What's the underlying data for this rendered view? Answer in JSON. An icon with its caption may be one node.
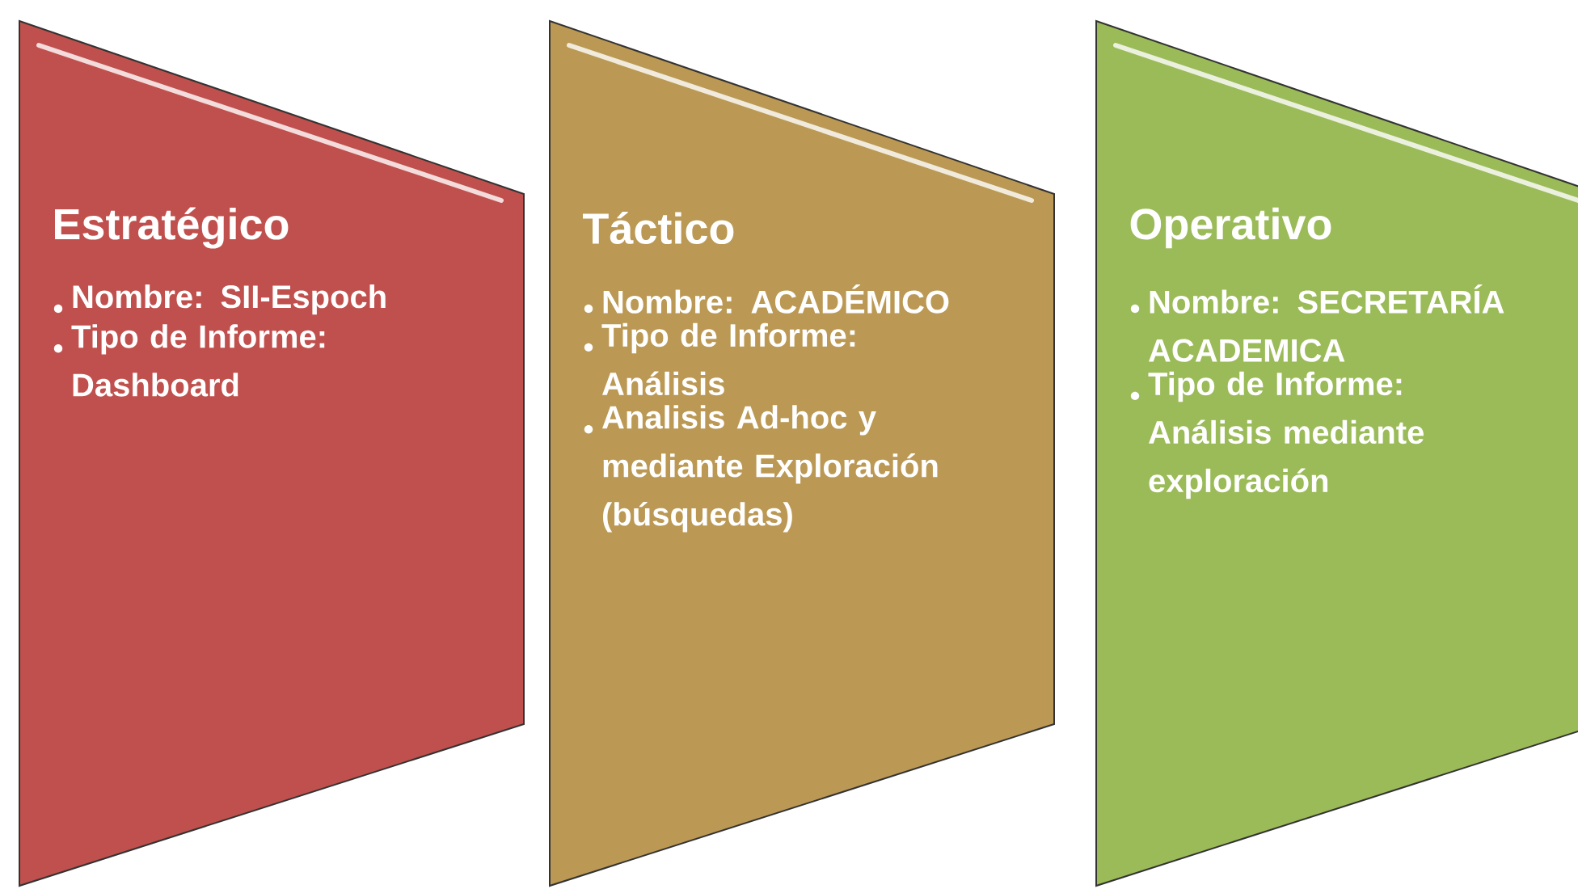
{
  "diagram": {
    "nodes": [
      {
        "text": [
          "Estratégico",
          "Nombre:  SII-Espoch",
          "Tipo de Informe: Dashboard"
        ]
      },
      {
        "text": [
          "Táctico",
          "Nombre:  ACADÉMICO",
          "Tipo de Informe: Análisis",
          "Analisis Ad-hoc y mediante Exploración (búsquedas)"
        ]
      },
      {
        "text": [
          "Operativo",
          "Nombre:  SECRETARÍA ACADEMICA",
          "Tipo de Informe: Análisis mediante exploración"
        ]
      }
    ]
  }
}
